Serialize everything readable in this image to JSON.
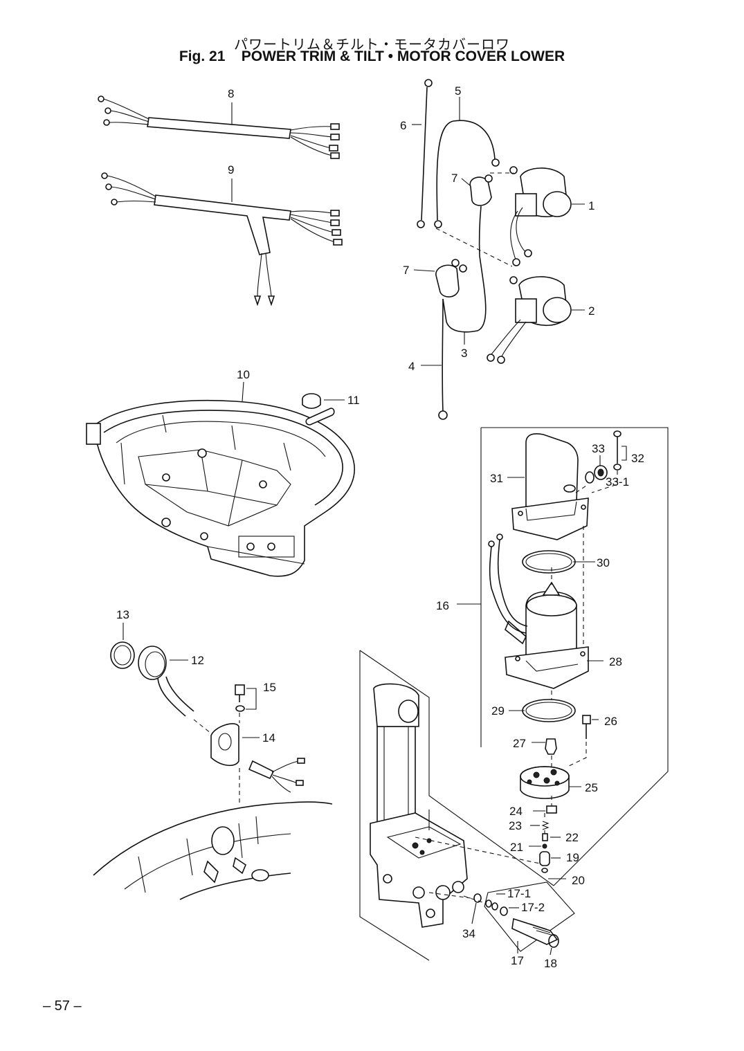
{
  "header": {
    "title_jp": "パワートリム＆チルト・モータカバーロワ",
    "fig_label": "Fig. 21",
    "title_en": "POWER TRIM & TILT • MOTOR COVER LOWER"
  },
  "callouts": [
    "1",
    "2",
    "3",
    "4",
    "5",
    "6",
    "7",
    "7",
    "8",
    "9",
    "10",
    "11",
    "12",
    "13",
    "14",
    "15",
    "16",
    "17",
    "17-1",
    "17-2",
    "18",
    "19",
    "20",
    "21",
    "22",
    "23",
    "24",
    "25",
    "26",
    "27",
    "28",
    "29",
    "30",
    "31",
    "32",
    "33",
    "33-1",
    "34"
  ],
  "footer": {
    "page_number": "– 57 –"
  }
}
